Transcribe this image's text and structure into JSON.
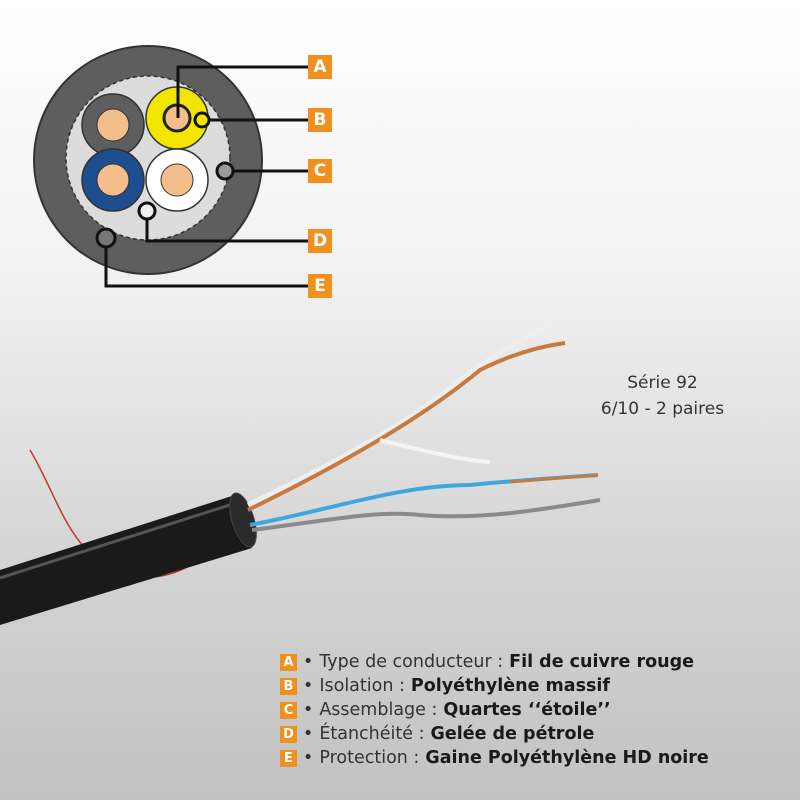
{
  "diagram": {
    "labels": [
      "A",
      "B",
      "C",
      "D",
      "E"
    ]
  },
  "series": {
    "name": "Série 92",
    "spec": "6/10 - 2 paires"
  },
  "legend": [
    {
      "letter": "A",
      "bullet": "•",
      "key": "Type de conducteur :",
      "value": "Fil de cuivre rouge"
    },
    {
      "letter": "B",
      "bullet": "•",
      "key": "Isolation :",
      "value": "Polyéthylène massif"
    },
    {
      "letter": "C",
      "bullet": "•",
      "key": "Assemblage :",
      "value": "Quartes ‘‘étoile’’"
    },
    {
      "letter": "D",
      "bullet": "•",
      "key": "Étanchéité :",
      "value": "Gelée de pétrole"
    },
    {
      "letter": "E",
      "bullet": "•",
      "key": "Protection :",
      "value": "Gaine Polyéthylène HD noire"
    }
  ],
  "colors": {
    "accent": "#f0901e",
    "jacket": "#5e5e5e",
    "yellow": "#f2e600",
    "blue": "#1d4e8f",
    "copper": "#f4be8c"
  }
}
